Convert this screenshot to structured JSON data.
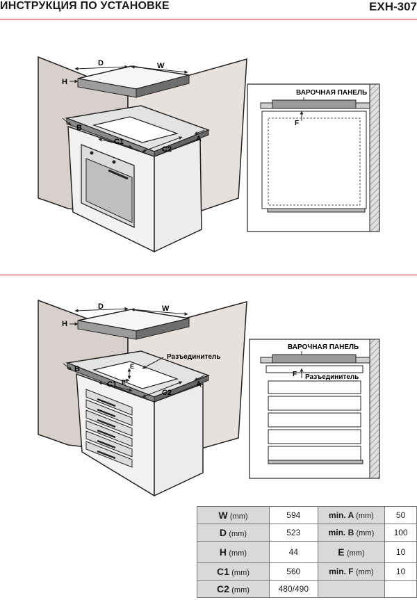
{
  "header": {
    "title": "ИНСТРУКЦИЯ ПО УСТАНОВКЕ",
    "model": "EXH-307"
  },
  "diagram1": {
    "labels": {
      "d": "D",
      "w": "W",
      "h": "H",
      "b": "B",
      "a": "A",
      "c1": "C1",
      "c2": "C2"
    },
    "side_title": "ВАРОЧНАЯ ПАНЕЛЬ",
    "side_f": "F"
  },
  "diagram2": {
    "labels": {
      "d": "D",
      "w": "W",
      "h": "H",
      "b": "B",
      "a": "A",
      "c1": "C1",
      "c2": "C2",
      "e1": "E",
      "e2": "E",
      "disconnector": "Разъединитель"
    },
    "side_title": "ВАРОЧНАЯ ПАНЕЛЬ",
    "side_f": "F",
    "side_disconnector": "Разъединитель"
  },
  "specs": {
    "rows": [
      {
        "k": "W",
        "ku": "(mm)",
        "v": "594",
        "k2": "min. A",
        "k2u": "(mm)",
        "v2": "50"
      },
      {
        "k": "D",
        "ku": "(mm)",
        "v": "523",
        "k2": "min. B",
        "k2u": "(mm)",
        "v2": "100"
      },
      {
        "k": "H",
        "ku": "(mm)",
        "v": "44",
        "k2": "E",
        "k2u": "(mm)",
        "v2": "10"
      },
      {
        "k": "C1",
        "ku": "(mm)",
        "v": "560",
        "k2": "min. F",
        "k2u": "(mm)",
        "v2": "10"
      },
      {
        "k": "C2",
        "ku": "(mm)",
        "v": "480/490",
        "k2": "",
        "k2u": "",
        "v2": ""
      }
    ]
  }
}
